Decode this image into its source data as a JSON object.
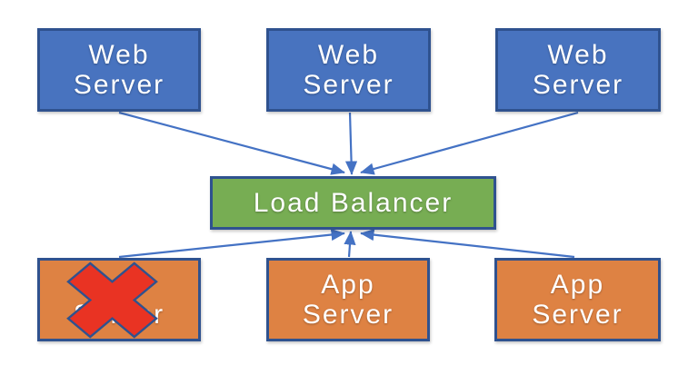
{
  "colors": {
    "canvas-bg": "#ffffff",
    "web-fill": "#4873BF",
    "app-fill": "#DE8243",
    "lb-fill": "#77AD53",
    "node-border": "#2F528F",
    "arrow": "#4472C4",
    "x-fill": "#E93323",
    "x-border": "#2F528F",
    "text": "#ffffff"
  },
  "diagram": {
    "nodes": [
      {
        "id": "web-server-1",
        "type": "web-server",
        "lines": [
          "Web",
          "Server"
        ]
      },
      {
        "id": "web-server-2",
        "type": "web-server",
        "lines": [
          "Web",
          "Server"
        ]
      },
      {
        "id": "web-server-3",
        "type": "web-server",
        "lines": [
          "Web",
          "Server"
        ]
      },
      {
        "id": "load-balancer",
        "type": "load-balancer",
        "lines": [
          "Load Balancer"
        ]
      },
      {
        "id": "app-server-1",
        "type": "app-server",
        "lines": [
          "App",
          "Server"
        ],
        "status": "failed"
      },
      {
        "id": "app-server-2",
        "type": "app-server",
        "lines": [
          "App",
          "Server"
        ]
      },
      {
        "id": "app-server-3",
        "type": "app-server",
        "lines": [
          "App",
          "Server"
        ]
      }
    ],
    "edges": [
      {
        "from": "web-server-1",
        "to": "load-balancer"
      },
      {
        "from": "web-server-2",
        "to": "load-balancer"
      },
      {
        "from": "web-server-3",
        "to": "load-balancer"
      },
      {
        "from": "app-server-1",
        "to": "load-balancer"
      },
      {
        "from": "app-server-2",
        "to": "load-balancer"
      },
      {
        "from": "app-server-3",
        "to": "load-balancer"
      }
    ]
  }
}
